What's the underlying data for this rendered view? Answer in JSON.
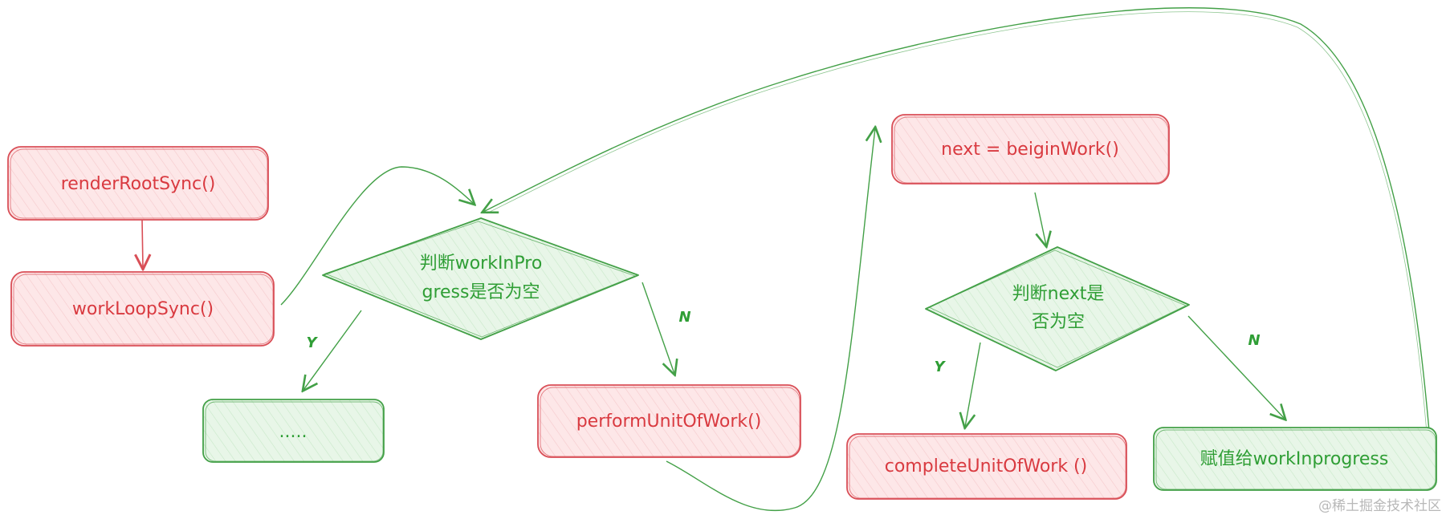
{
  "diagram": {
    "nodes": {
      "render_root_sync": "renderRootSync()",
      "work_loop_sync": "workLoopSync()",
      "check_wip": [
        "判断workInPro",
        "gress是否为空"
      ],
      "ellipsis": ".....",
      "perform_unit": "performUnitOfWork()",
      "begin_work": "next = beiginWork()",
      "check_next": [
        "判断next是",
        "否为空"
      ],
      "complete_unit": "completeUnitOfWork ()",
      "assign_wip": "赋值给workInprogress"
    },
    "edge_labels": {
      "wip_yes": "Y",
      "wip_no": "N",
      "next_yes": "Y",
      "next_no": "N"
    },
    "colors": {
      "red_stroke": "#d94f57",
      "red_fill": "#fde7e8",
      "red_text": "#d93a40",
      "green_stroke": "#43a047",
      "green_fill": "#e8f6e8",
      "green_text": "#2f9e35"
    }
  },
  "watermark": "@稀土掘金技术社区"
}
